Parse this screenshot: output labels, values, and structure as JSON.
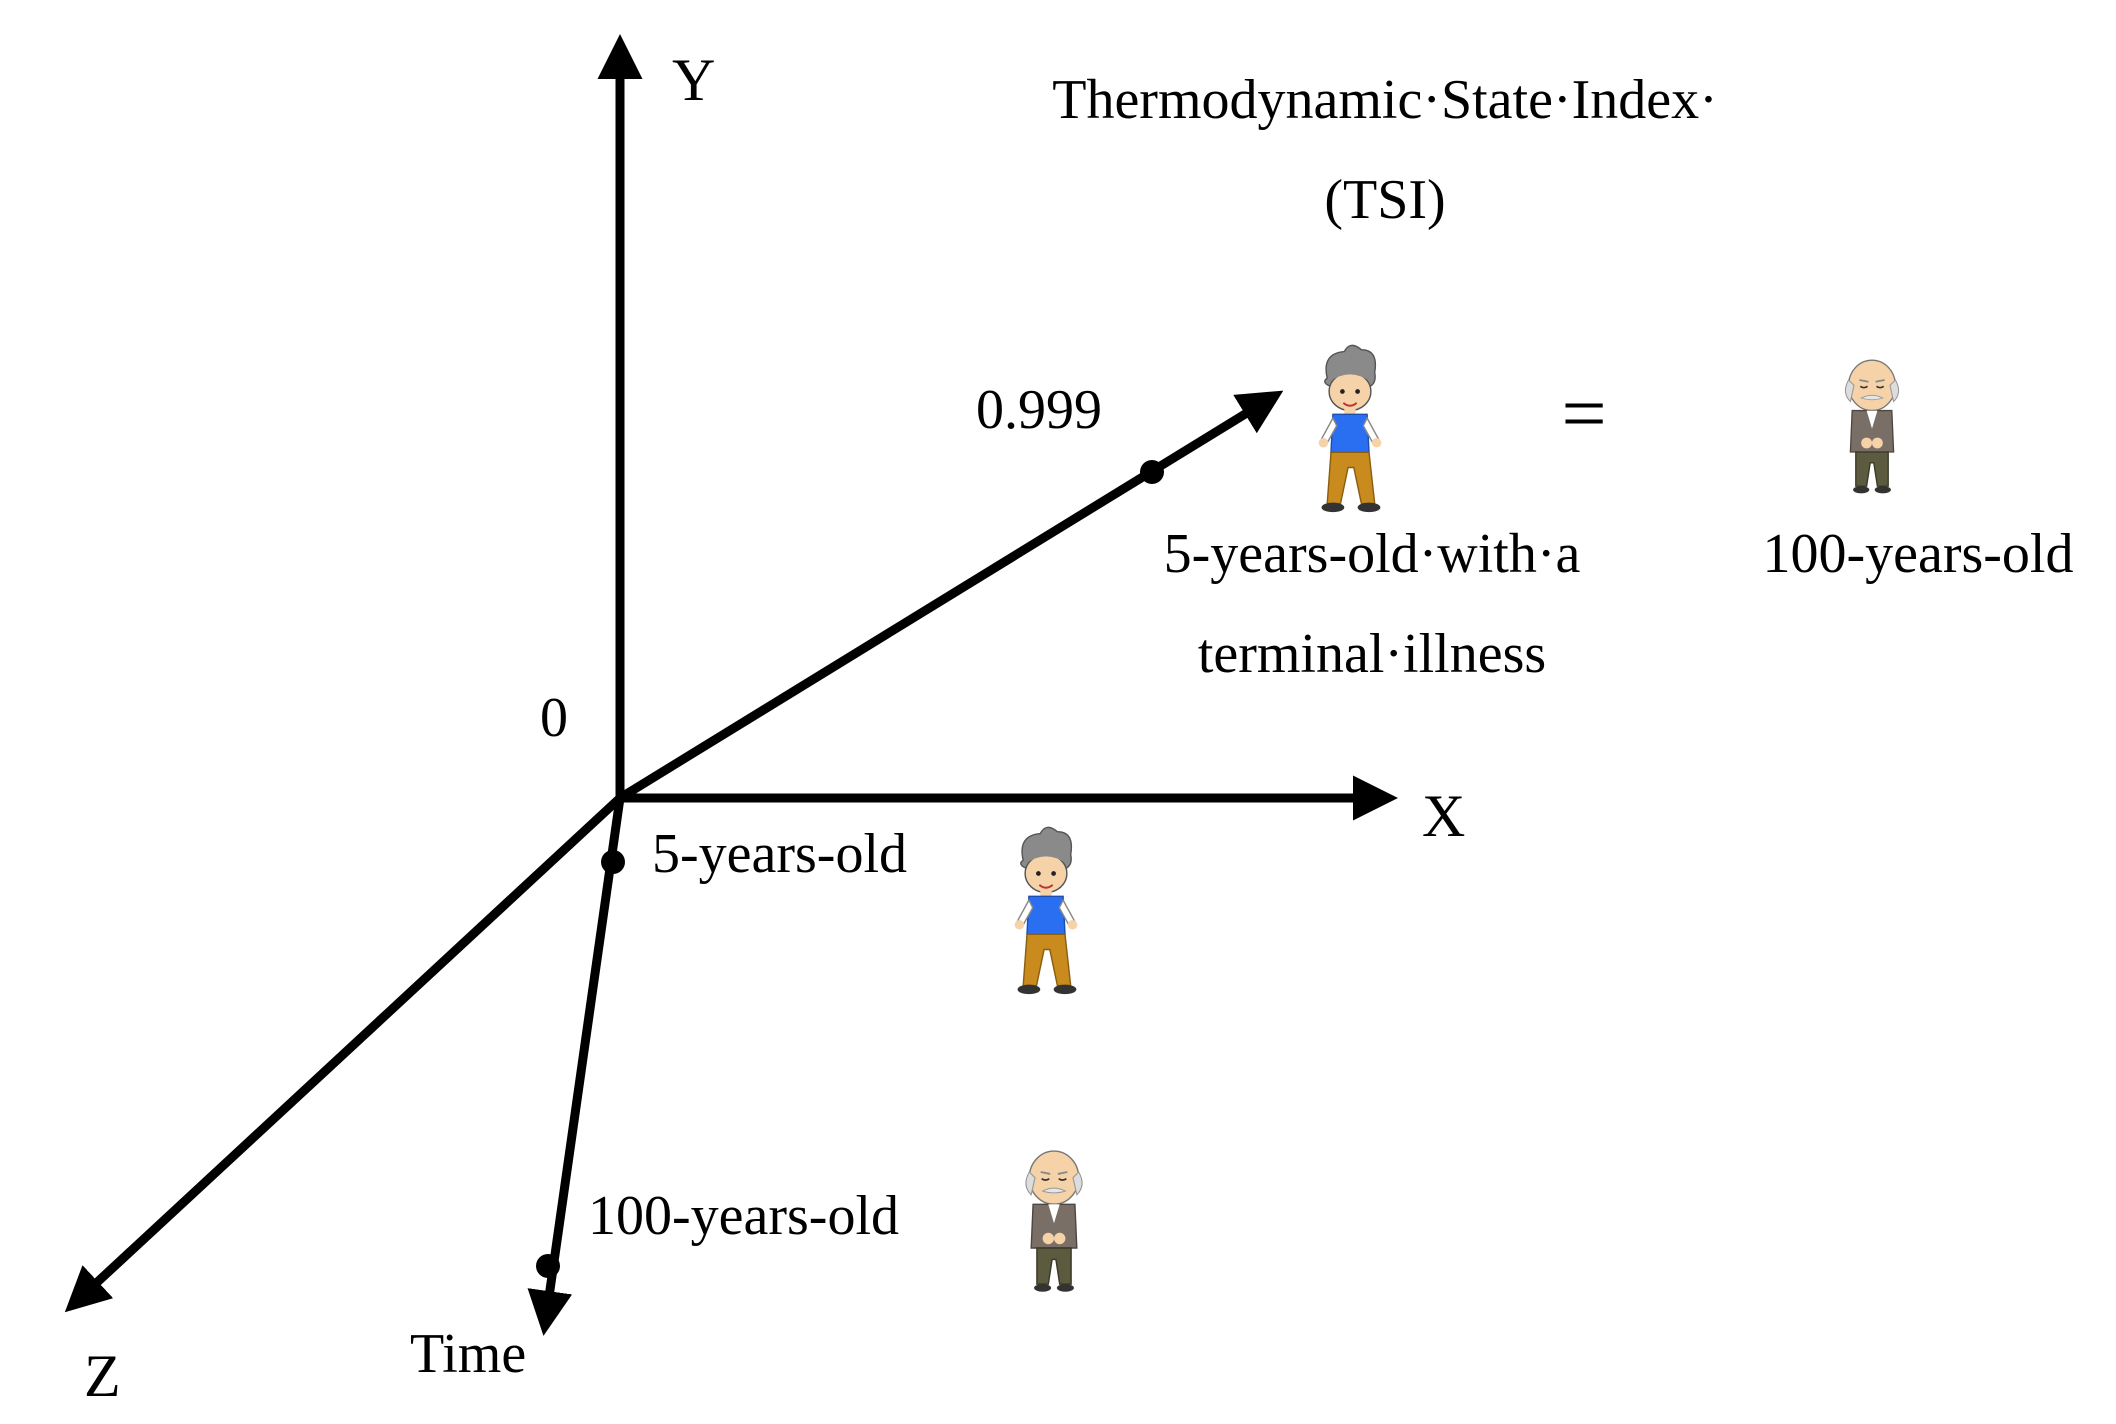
{
  "title": {
    "line1": "Thermodynamic·State·Index·",
    "line2": "(TSI)"
  },
  "axes": {
    "y": "Y",
    "x": "X",
    "z": "Z",
    "time": "Time",
    "origin": "0"
  },
  "tsi_axis": {
    "value_label": "0.999",
    "sick_child_label_line1": "5-years-old·with·a",
    "sick_child_label_line2": "terminal·illness",
    "equals": "=",
    "elder_label": "100-years-old"
  },
  "time_axis": {
    "child_label": "5-years-old",
    "elder_label": "100-years-old"
  },
  "icons": {
    "child": "boy-figure-icon",
    "elder": "old-man-figure-icon"
  },
  "colors": {
    "line": "#000000",
    "shirt": "#2a6ff2",
    "pants": "#c98a1e",
    "hair_gray": "#8a8a8a",
    "skin": "#f6d2a8",
    "coat": "#7a6f66"
  }
}
